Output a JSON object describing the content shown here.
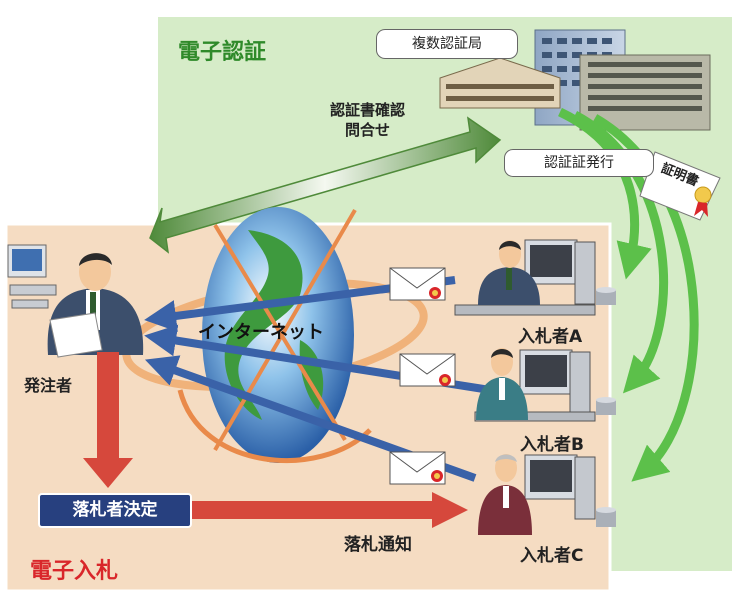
{
  "ecert": {
    "title": "電子認証",
    "authorities_label": "複数認証局",
    "inquiry_label": "認証書確認\n問合せ",
    "issue_label": "認証証発行",
    "certificate_text": "証明書"
  },
  "ebid": {
    "title": "電子入札",
    "orderer_label": "発注者",
    "internet_label": "インターネット",
    "decision_label": "落札者決定",
    "notice_label": "落札通知",
    "bidders": [
      {
        "label": "入札者A"
      },
      {
        "label": "入札者B"
      },
      {
        "label": "入札者C"
      }
    ]
  },
  "colors": {
    "cert_panel": "#d6ecc8",
    "bid_panel": "#f5dcc2",
    "cert_title": "#2f8a2a",
    "bid_title": "#d9262a",
    "blue_arrow": "#3a62a8",
    "red_arrow": "#d6483c",
    "green_arrow": "#5cc04a",
    "decision_box": "#27407f"
  }
}
